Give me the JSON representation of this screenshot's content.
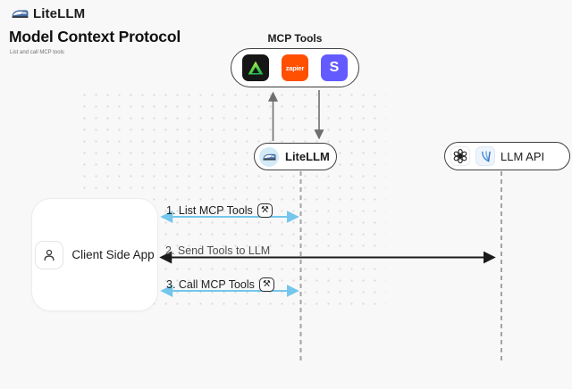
{
  "header": {
    "brand": "LiteLLM",
    "title": "Model Context Protocol",
    "subtitle": "List and call MCP tools"
  },
  "mcp_tools": {
    "label": "MCP Tools",
    "tools": [
      {
        "name": "triangle-tool",
        "style": "black square with green gradient triangle"
      },
      {
        "name": "zapier",
        "label": "zapier",
        "color": "#FF4F00"
      },
      {
        "name": "stripe",
        "label": "S",
        "color": "#635BFF"
      }
    ]
  },
  "nodes": {
    "litellm": {
      "label": "LiteLLM"
    },
    "llm_api": {
      "label": "LLM API"
    },
    "client": {
      "label": "Client Side App"
    }
  },
  "arrows": [
    {
      "label": "1. List MCP Tools",
      "has_tool_badge": true,
      "color": "#74c6ec",
      "from": "Client Side App",
      "to": "LiteLLM"
    },
    {
      "label": "2. Send Tools to LLM",
      "has_tool_badge": false,
      "color": "#1b1b1b",
      "from": "Client Side App",
      "to": "LLM API"
    },
    {
      "label": "3. Call MCP Tools",
      "has_tool_badge": true,
      "color": "#74c6ec",
      "from": "Client Side App",
      "to": "LiteLLM"
    }
  ],
  "icons": {
    "tool_badge": "⚒"
  },
  "colors": {
    "background": "#f8f8f8",
    "arrow_blue": "#74c6ec",
    "arrow_dark": "#1b1b1b",
    "vertical_arrow_gray": "#6f6f6f",
    "lifeline_gray": "#a3a3a3",
    "zapier_orange": "#FF4F00",
    "stripe_purple": "#635BFF"
  }
}
